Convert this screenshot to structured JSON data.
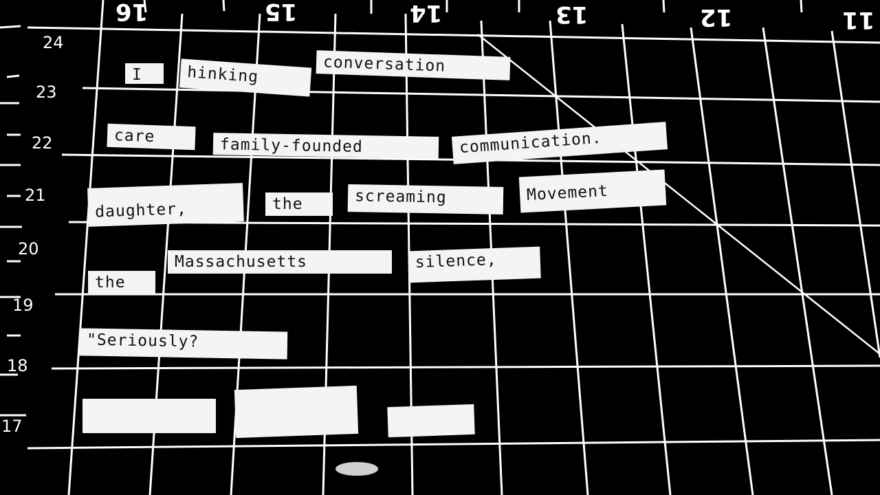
{
  "photo": {
    "ruler_top": [
      "16",
      "15",
      "14",
      "13",
      "12",
      "11"
    ],
    "ruler_left": [
      "24",
      "23",
      "22",
      "21",
      "20",
      "19",
      "18",
      "17"
    ],
    "strips": [
      {
        "text": "I"
      },
      {
        "text": "hinking"
      },
      {
        "text": "conversation"
      },
      {
        "text": "care"
      },
      {
        "text": "family-founded"
      },
      {
        "text": "communication."
      },
      {
        "text": "daughter,"
      },
      {
        "text": "the"
      },
      {
        "text": "screaming"
      },
      {
        "text": "Movement"
      },
      {
        "text": "Massachusetts"
      },
      {
        "text": "silence,"
      },
      {
        "text": "the"
      },
      {
        "text": "\"Seriously?"
      },
      {
        "text": ""
      },
      {
        "text": ""
      },
      {
        "text": ""
      }
    ]
  }
}
